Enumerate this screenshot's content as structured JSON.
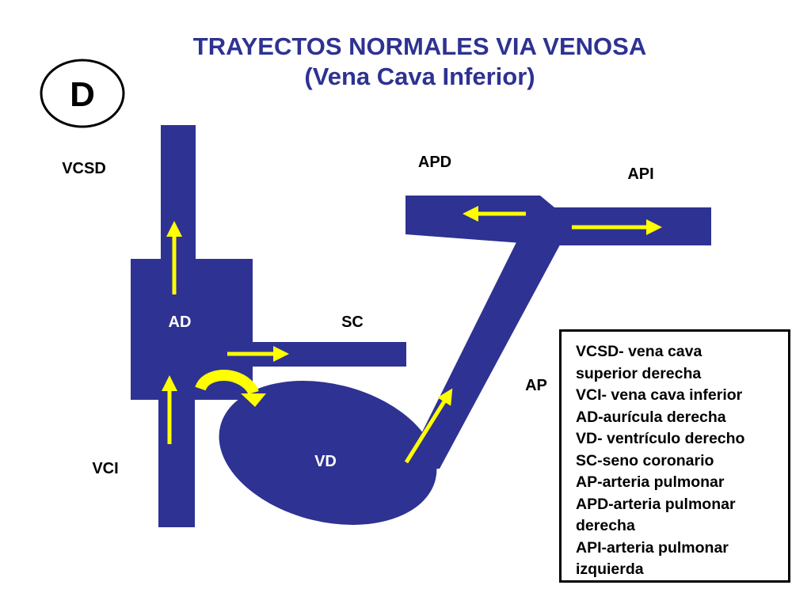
{
  "title": {
    "line1": "TRAYECTOS NORMALES VIA VENOSA",
    "line2": "(Vena Cava Inferior)"
  },
  "badge": {
    "letter": "D"
  },
  "labels": {
    "vcsd": "VCSD",
    "vci": "VCI",
    "ad": "AD",
    "vd": "VD",
    "sc": "SC",
    "ap": "AP",
    "apd": "APD",
    "api": "API"
  },
  "legend": {
    "lines": [
      "VCSD- vena cava",
      "superior derecha",
      "VCI- vena cava inferior",
      "AD-aurícula derecha",
      "VD- ventrículo derecho",
      "SC-seno coronario",
      "AP-arteria pulmonar",
      "APD-arteria pulmonar",
      "derecha",
      "API-arteria pulmonar",
      "izquierda"
    ]
  },
  "colors": {
    "vessel": "#2e3292",
    "arrow": "#ffff00",
    "title": "#2e3292",
    "label_dark": "#000000",
    "label_light": "#ffffff"
  },
  "icons": {
    "straight_arrow": "arrow-icon",
    "curved_arrow": "curved-arrow-icon"
  }
}
